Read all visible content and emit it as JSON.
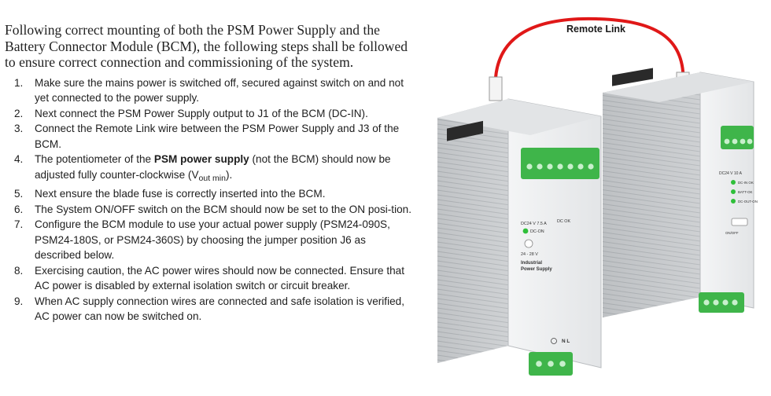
{
  "intro": "Following correct mounting of both the PSM Power Supply and the Battery Connector Module (BCM), the following steps shall be followed to ensure correct connection and commissioning of the system.",
  "steps": [
    {
      "num": "1.",
      "text": "Make sure the mains power is switched off, secured against switch on and not yet connected to the power supply."
    },
    {
      "num": "2.",
      "text": "Next connect the PSM Power Supply output to J1 of the BCM (DC-IN)."
    },
    {
      "num": "3.",
      "text": "Connect the Remote Link wire between the PSM Power Supply and J3 of the BCM."
    },
    {
      "num": "4.",
      "pre": "The potentiometer of the ",
      "bold": "PSM power supply",
      "mid": " (not the BCM) should now be adjusted fully counter-clockwise (V",
      "sub": "out min",
      "post": ")."
    },
    {
      "num": "5.",
      "text": "Next ensure the blade fuse is correctly inserted into the BCM."
    },
    {
      "num": "6.",
      "text": "The System ON/OFF switch on the BCM should now be set to the ON posi-tion."
    },
    {
      "num": "7.",
      "text": "Configure the BCM module to use your actual power supply (PSM24-090S, PSM24-180S, or PSM24-360S) by choosing the jumper position J6 as described below."
    },
    {
      "num": "8.",
      "text": "Exercising caution, the AC power wires should now be connected. Ensure that AC power is disabled by external isolation switch or circuit breaker."
    },
    {
      "num": "9.",
      "text": "When AC supply connection wires are connected and safe isolation is verified, AC power can now be switched on."
    }
  ],
  "figure": {
    "remote_link_label": "Remote Link",
    "psm_label": {
      "dc_spec": "DC24 V 7.5 A",
      "dc_ok": "DC OK",
      "dc_on": "DC-ON",
      "adj": "24 - 28 V",
      "line1": "Industrial",
      "line2": "Power Supply",
      "ac_terminals": "N L"
    },
    "bcm_label": {
      "dc_spec": "DC24 V 10 A",
      "leds": [
        "DC-IN OK",
        "BATT-OK",
        "DC-OUT-ON"
      ],
      "switch": "ON/OFF"
    },
    "colors": {
      "wire": "#e01818",
      "terminal": "#3fb54a",
      "led": "#2fbf3a",
      "housing": "#cfd2d4"
    }
  }
}
